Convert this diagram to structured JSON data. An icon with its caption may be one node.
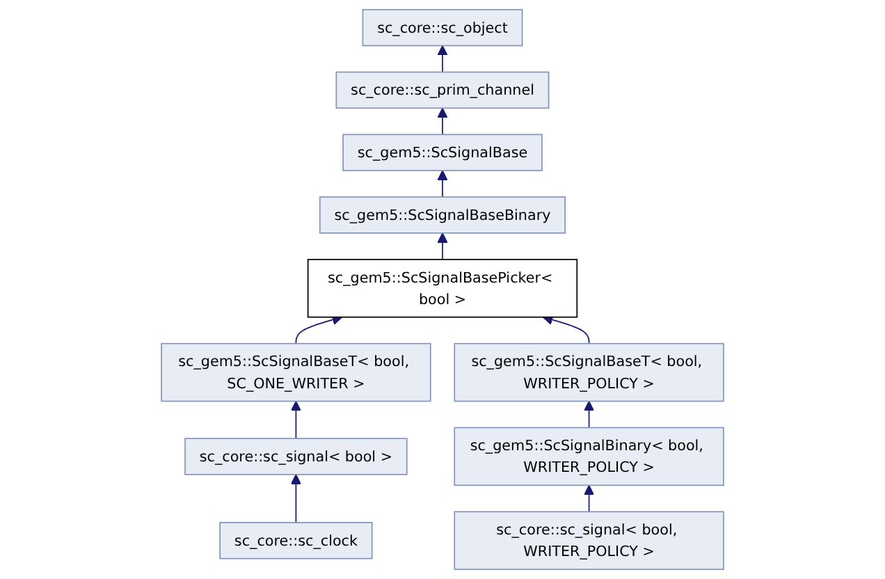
{
  "diagram": {
    "nodes": [
      {
        "text": [
          "sc_core::sc_object"
        ]
      },
      {
        "text": [
          "sc_core::sc_prim_channel"
        ]
      },
      {
        "text": [
          "sc_gem5::ScSignalBase"
        ]
      },
      {
        "text": [
          "sc_gem5::ScSignalBaseBinary"
        ]
      },
      {
        "text": [
          "sc_gem5::ScSignalBasePicker< bool >"
        ]
      },
      {
        "text": [
          "sc_gem5::ScSignalBaseT< bool, SC_ONE_WRITER >"
        ]
      },
      {
        "text": [
          "sc_gem5::ScSignalBaseT< bool, WRITER_POLICY >"
        ]
      },
      {
        "text": [
          "sc_core::sc_signal< bool >"
        ]
      },
      {
        "text": [
          "sc_gem5::ScSignalBinary< bool, WRITER_POLICY >"
        ]
      },
      {
        "text": [
          "sc_core::sc_clock"
        ]
      },
      {
        "text": [
          "sc_core::sc_signal< bool, WRITER_POLICY >"
        ]
      }
    ],
    "edges": [
      {
        "from": 1,
        "to": 0,
        "arrow": "to"
      },
      {
        "from": 2,
        "to": 1,
        "arrow": "to"
      },
      {
        "from": 3,
        "to": 2,
        "arrow": "to"
      },
      {
        "from": 4,
        "to": 3,
        "arrow": "to"
      },
      {
        "from": 5,
        "to": 4,
        "arrow": "to"
      },
      {
        "from": 6,
        "to": 4,
        "arrow": "to"
      },
      {
        "from": 7,
        "to": 5,
        "arrow": "to"
      },
      {
        "from": 8,
        "to": 6,
        "arrow": "to"
      },
      {
        "from": 9,
        "to": 7,
        "arrow": "to"
      },
      {
        "from": 10,
        "to": 8,
        "arrow": "to"
      }
    ]
  }
}
